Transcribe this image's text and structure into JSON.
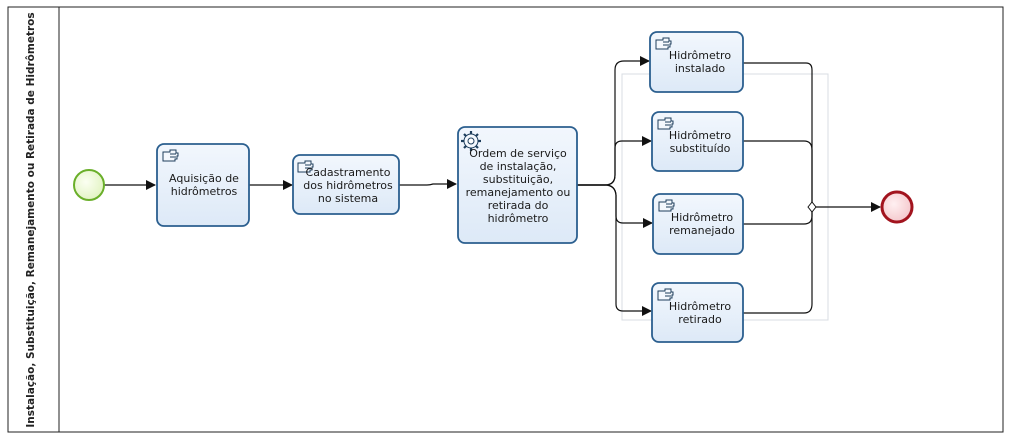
{
  "pool": {
    "label": "Instalação, Substituição, Remanejamento ou Retirada de Hidrômetros"
  },
  "tasks": {
    "aquisicao": {
      "label": "Aquisição de hidrômetros",
      "kind": "manual"
    },
    "cadastramento": {
      "label": "Cadastramento dos hidrômetros no sistema",
      "kind": "manual"
    },
    "ordem": {
      "label": "Ordem de serviço de instalação, substituição, remanejamento ou retirada do hidrômetro",
      "kind": "service"
    },
    "instalado": {
      "label": "Hidrômetro instalado",
      "kind": "manual"
    },
    "substituido": {
      "label": "Hidrômetro substituído",
      "kind": "manual"
    },
    "remanejado": {
      "label": "Hidrômetro remanejado",
      "kind": "manual"
    },
    "retirado": {
      "label": "Hidrômetro retirado",
      "kind": "manual"
    }
  },
  "events": {
    "start": {
      "type": "start"
    },
    "end": {
      "type": "end"
    }
  },
  "colors": {
    "task_fill": "#e7f0fb",
    "task_stroke": "#2b5f8f",
    "start_fill": "#e9f7cf",
    "start_stroke": "#6aaf2a",
    "end_fill": "#f7d3d7",
    "end_stroke": "#a2141e",
    "line": "#111111"
  }
}
